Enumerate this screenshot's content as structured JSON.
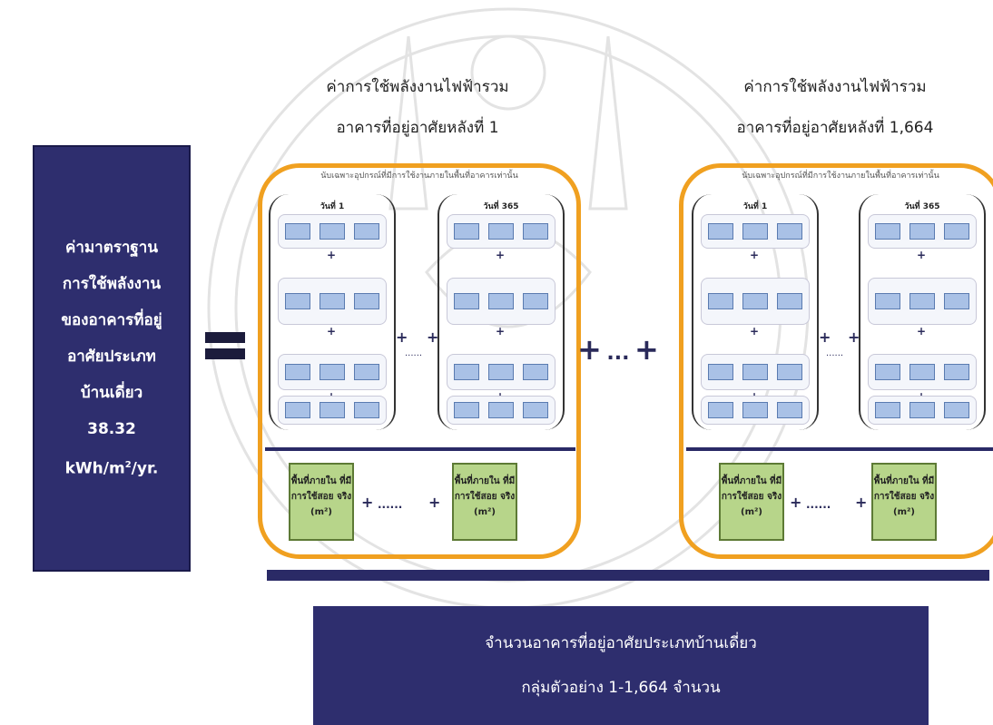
{
  "left_box": {
    "lines": [
      "ค่ามาตราฐาน",
      "การใช้พลังงาน",
      "ของอาคารที่อยู่",
      "อาศัยประเภท",
      "บ้านเดี่ยว",
      "38.32"
    ],
    "unit_main": "kWh/m",
    "unit_sup": "2",
    "unit_tail": "/yr."
  },
  "equals_sign": "=",
  "group1": {
    "title_line1": "ค่าการใช้พลังงานไฟฟ้ารวม",
    "title_line2": "อาคารที่อยู่อาศัยหลังที่ 1",
    "caption": "นับเฉพาะอุปกรณ์ที่มีการใช้งานภายในพื้นที่อาคารเท่านั้น",
    "day_first": "วันที่ 1",
    "day_last": "วันที่ 365",
    "area_text": "พื้นที่ภายใน ที่มีการใช้สอย จริง (m²)"
  },
  "group2": {
    "title_line1": "ค่าการใช้พลังงานไฟฟ้ารวม",
    "title_line2": "อาคารที่อยู่อาศัยหลังที่ 1,664",
    "caption": "นับเฉพาะอุปกรณ์ที่มีการใช้งานภายในพื้นที่อาคารเท่านั้น",
    "day_first": "วันที่ 1",
    "day_last": "วันที่ 365",
    "area_text": "พื้นที่ภายใน ที่มีการใช้สอย จริง (m²)"
  },
  "connectors": {
    "plus": "+",
    "dots": "......",
    "big_dots": "..."
  },
  "bottom_box": {
    "line1": "จำนวนอาคารที่อยู่อาศัยประเภทบ้านเดี่ยว",
    "line2": "กลุ่มตัวอย่าง 1-1,664 จำนวน"
  },
  "colors": {
    "navy": "#2e2e6e",
    "orange": "#f0a020",
    "green": "#b7d58a",
    "blue_block": "#a9c1e6"
  }
}
